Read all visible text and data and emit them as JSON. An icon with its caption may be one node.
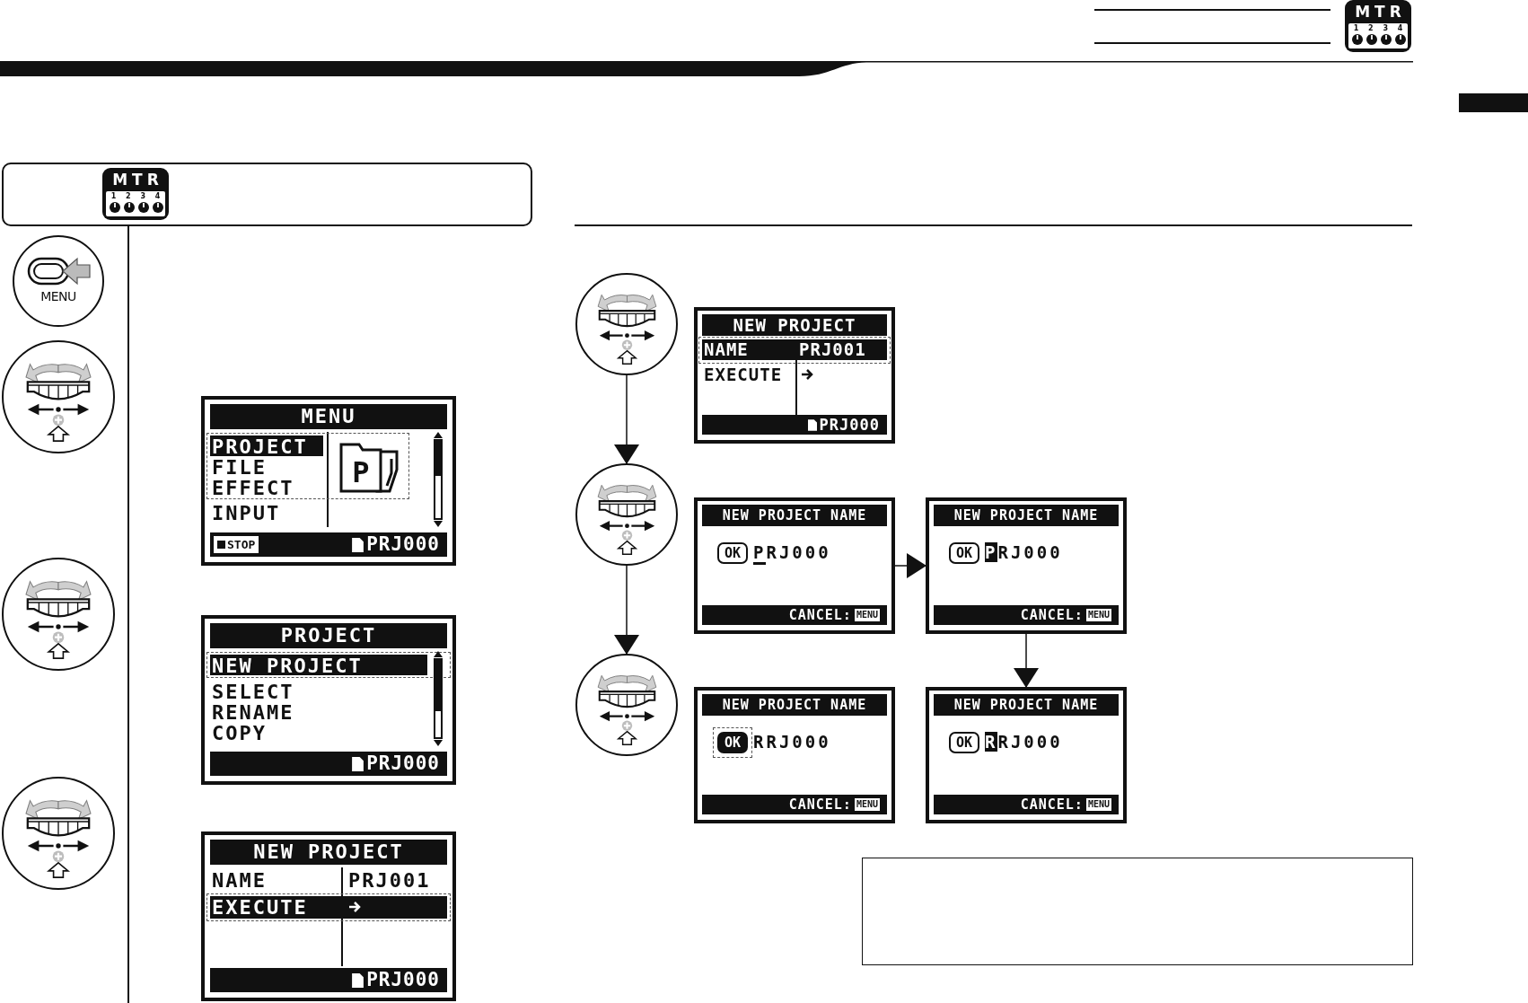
{
  "diagram": {
    "nodes": [
      {
        "text": [
          "MTR",
          "1 2 3 4"
        ]
      },
      {
        "text": [],
        "shape": "box"
      },
      {
        "text": [
          "MTR",
          "1 2 3 4"
        ],
        "in": 1
      },
      {
        "text": [
          "MENU"
        ]
      },
      {
        "text": [],
        "shape": "circle"
      },
      {
        "text": [
          "MENU",
          "PROJECT",
          "FILE",
          "EFFECT",
          "INPUT",
          "P",
          "STOP",
          "PRJ000"
        ]
      },
      {
        "text": [],
        "shape": "circle"
      },
      {
        "text": [
          "PROJECT",
          "NEW PROJECT",
          "SELECT",
          "RENAME",
          "COPY",
          "PRJ000"
        ]
      },
      {
        "text": [],
        "shape": "circle"
      },
      {
        "text": [
          "NEW PROJECT",
          "NAME",
          "PRJ001",
          "EXECUTE",
          "PRJ000"
        ]
      },
      {
        "text": [],
        "shape": "circle"
      },
      {
        "text": [
          "NEW PROJECT",
          "NAME",
          "PRJ001",
          "EXECUTE",
          "PRJ000"
        ]
      },
      {
        "text": [],
        "shape": "circle"
      },
      {
        "text": [
          "NEW PROJECT NAME",
          "OK",
          "PRJ000",
          "CANCEL:",
          "MENU"
        ]
      },
      {
        "text": [
          "NEW PROJECT NAME",
          "OK",
          "PRJ000",
          "CANCEL:",
          "MENU"
        ]
      },
      {
        "text": [],
        "shape": "circle"
      },
      {
        "text": [
          "NEW PROJECT NAME",
          "OK",
          "RRJ000",
          "CANCEL:",
          "MENU"
        ]
      },
      {
        "text": [
          "NEW PROJECT NAME",
          "OK",
          "RRJ000",
          "CANCEL:",
          "MENU"
        ]
      },
      {
        "text": [],
        "shape": "box"
      }
    ],
    "edges": [
      {
        "from": 10,
        "to": 12,
        "arrow": "to"
      },
      {
        "from": 12,
        "to": 15,
        "arrow": "to"
      },
      {
        "from": 13,
        "to": 14,
        "arrow": "to"
      },
      {
        "from": 14,
        "to": 17,
        "arrow": "to"
      }
    ]
  }
}
